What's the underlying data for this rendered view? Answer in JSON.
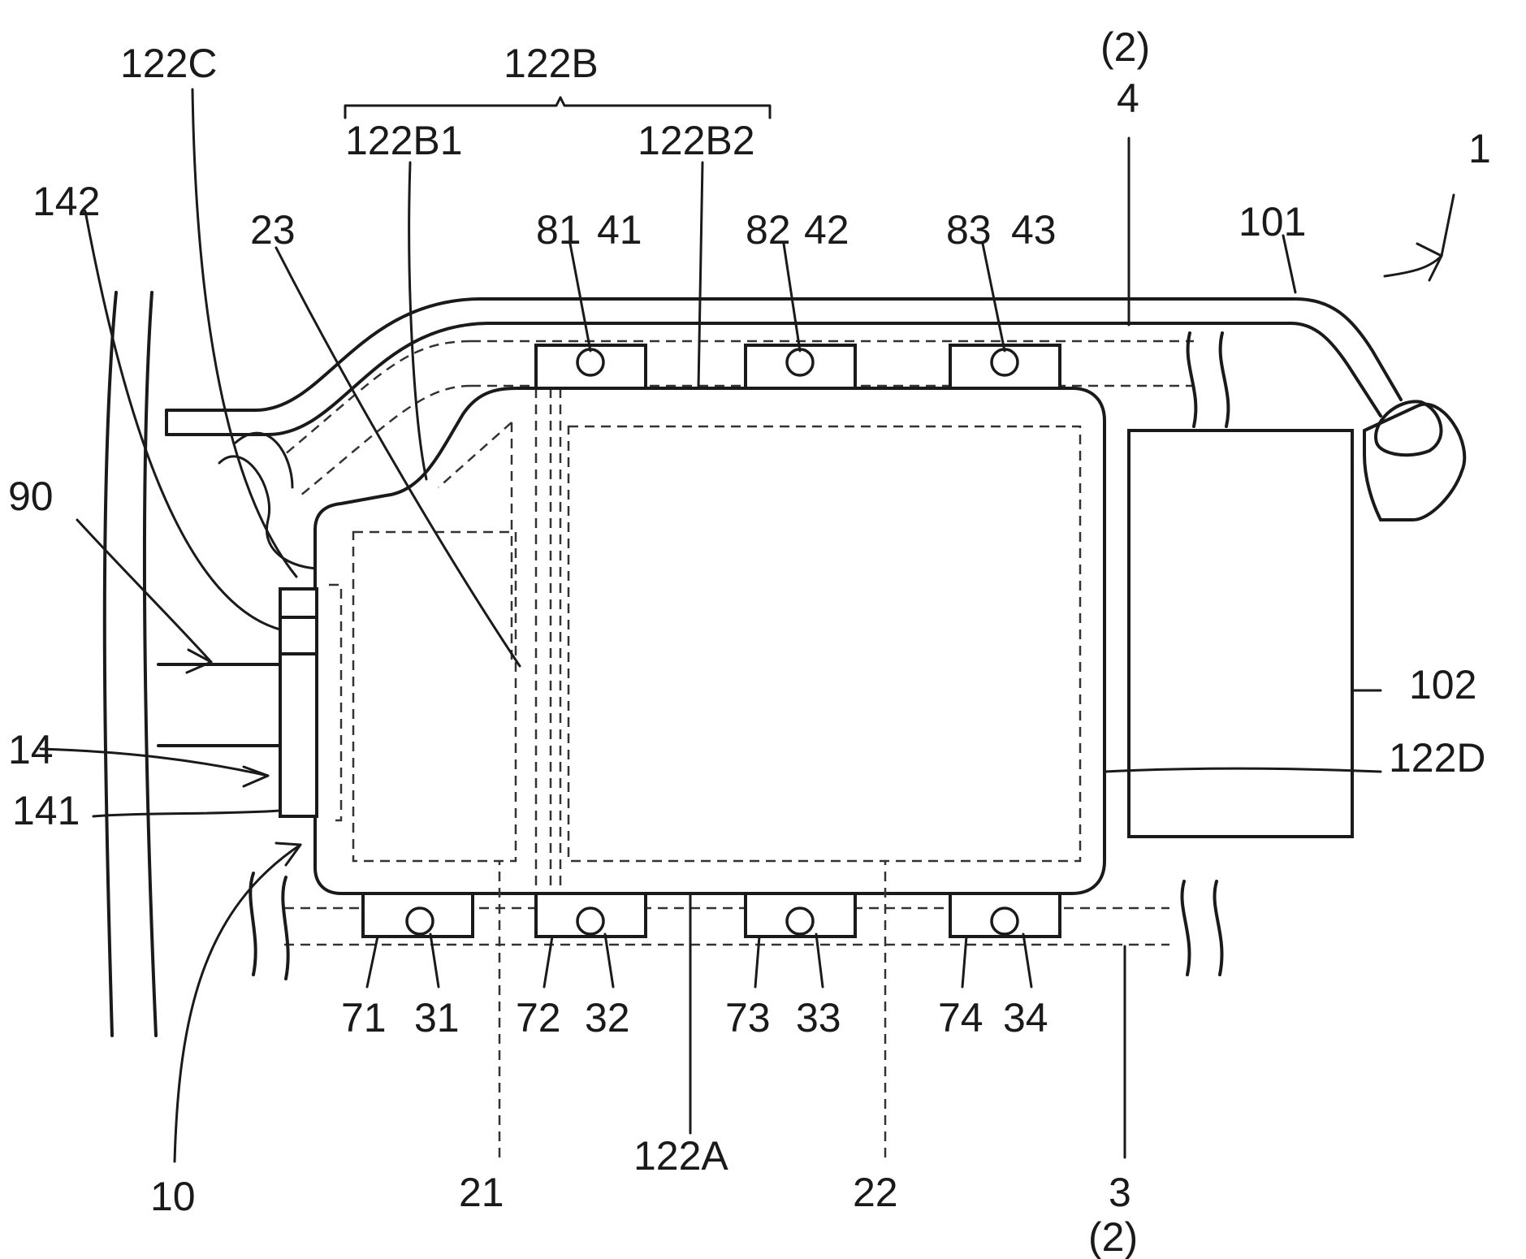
{
  "figure": {
    "labels": {
      "l_122C": "122C",
      "l_122B": "122B",
      "l_2_top": "(2)",
      "l_4": "4",
      "l_122B1": "122B1",
      "l_122B2": "122B2",
      "l_1": "1",
      "l_142": "142",
      "l_23": "23",
      "l_81": "81",
      "l_41": "41",
      "l_82": "82",
      "l_42": "42",
      "l_83": "83",
      "l_43": "43",
      "l_101": "101",
      "l_90": "90",
      "l_102": "102",
      "l_14": "14",
      "l_122D": "122D",
      "l_141": "141",
      "l_71": "71",
      "l_31": "31",
      "l_72": "72",
      "l_32": "32",
      "l_73": "73",
      "l_33": "33",
      "l_74": "74",
      "l_34": "34",
      "l_122A": "122A",
      "l_10": "10",
      "l_21": "21",
      "l_22": "22",
      "l_3": "3",
      "l_2_bottom": "(2)"
    }
  }
}
